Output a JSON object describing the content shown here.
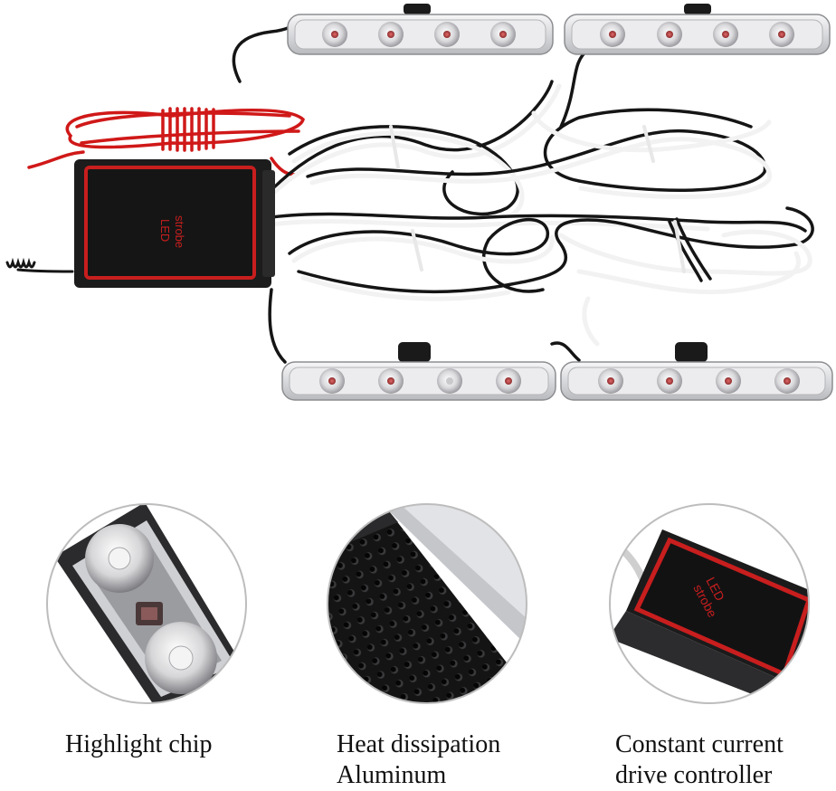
{
  "controller": {
    "label_line1": "LED",
    "label_line2": "strobe"
  },
  "features": [
    {
      "line1": "Highlight chip",
      "line2": ""
    },
    {
      "line1": "Heat dissipation",
      "line2": "Aluminum"
    },
    {
      "line1": "Constant current",
      "line2": "drive controller"
    }
  ],
  "colors": {
    "controller_body": "#1c1c1c",
    "controller_frame": "#c81e1e",
    "wire_red": "#d01818",
    "wire_black": "#151515",
    "wire_white": "#f2f2f2",
    "lamp_lens": "#e8e8ea"
  }
}
